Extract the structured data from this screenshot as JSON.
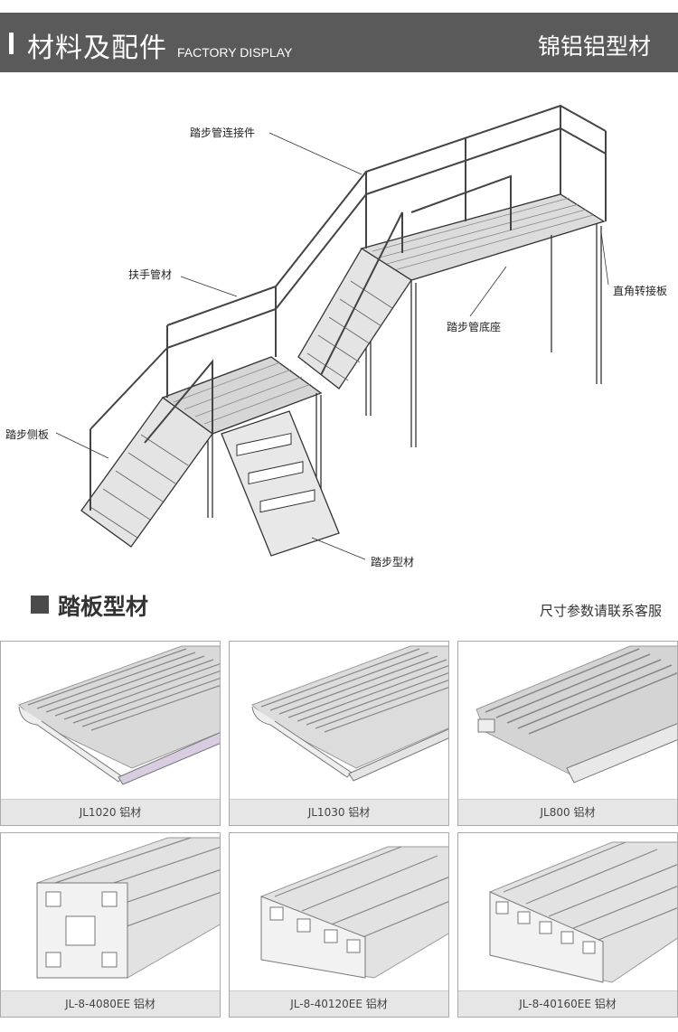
{
  "header": {
    "title": "材料及配件",
    "subtitle": "FACTORY DISPLAY",
    "brand": "锦铝铝型材"
  },
  "diagram": {
    "callouts": {
      "connector": "踏步管连接件",
      "handrail": "扶手管材",
      "side_plate": "踏步侧板",
      "base": "踏步管底座",
      "corner_plate": "直角转接板",
      "step_profile": "踏步型材"
    }
  },
  "section": {
    "title": "踏板型材",
    "note": "尺寸参数请联系客服"
  },
  "products": [
    {
      "caption": "JL1020 铝材"
    },
    {
      "caption": "JL1030 铝材"
    },
    {
      "caption": "JL800 铝材"
    },
    {
      "caption": "JL-8-4080EE 铝材"
    },
    {
      "caption": "JL-8-40120EE 铝材"
    },
    {
      "caption": "JL-8-40160EE 铝材"
    }
  ]
}
